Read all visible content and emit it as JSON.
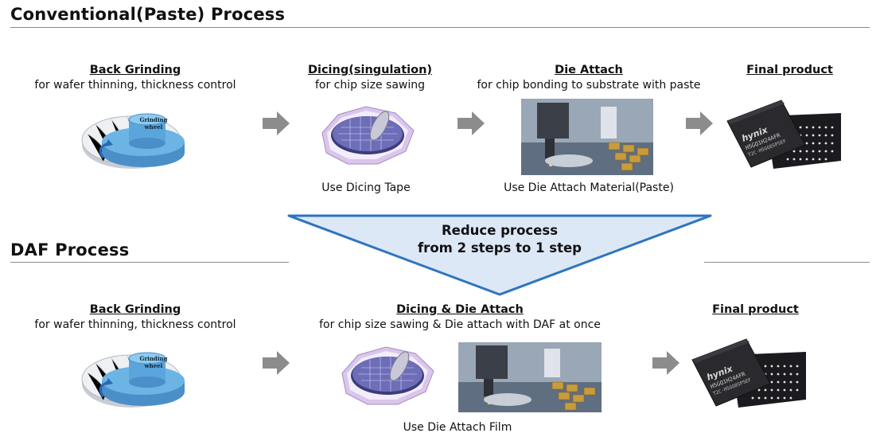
{
  "conventional": {
    "title": "Conventional(Paste)  Process",
    "steps": [
      {
        "title": "Back Grinding",
        "sub": "for wafer thinning, thickness control"
      },
      {
        "title": "Dicing(singulation)",
        "sub": "for chip size sawing"
      },
      {
        "title": "Die Attach",
        "sub": "for chip bonding to substrate with paste"
      },
      {
        "title": "Final product",
        "sub": ""
      }
    ],
    "captions": [
      "Use Dicing Tape",
      "Use Die Attach Material(Paste)"
    ],
    "wheel_label": "Grinding wheel"
  },
  "reduce": {
    "line1": "Reduce process",
    "line2": "from 2 steps to 1 step"
  },
  "daf": {
    "title": "DAF  Process",
    "steps": [
      {
        "title": "Back Grinding",
        "sub": "for wafer thinning, thickness control"
      },
      {
        "title": "Dicing & Die Attach",
        "sub": "for chip size sawing & Die attach with DAF at once"
      },
      {
        "title": "Final product",
        "sub": ""
      }
    ],
    "caption": "Use Die Attach Film",
    "wheel_label": "Grinding wheel"
  },
  "chip_text": {
    "brand": "hynix",
    "line1": "H5GQ1H24AFR",
    "line2": "T2C-H5GQ8SPSEF"
  },
  "colors": {
    "arrow": "#8c8c8c",
    "funnel_fill": "#dce8f6",
    "funnel_stroke": "#2e74c0",
    "wheel": "#5aa5dc"
  }
}
